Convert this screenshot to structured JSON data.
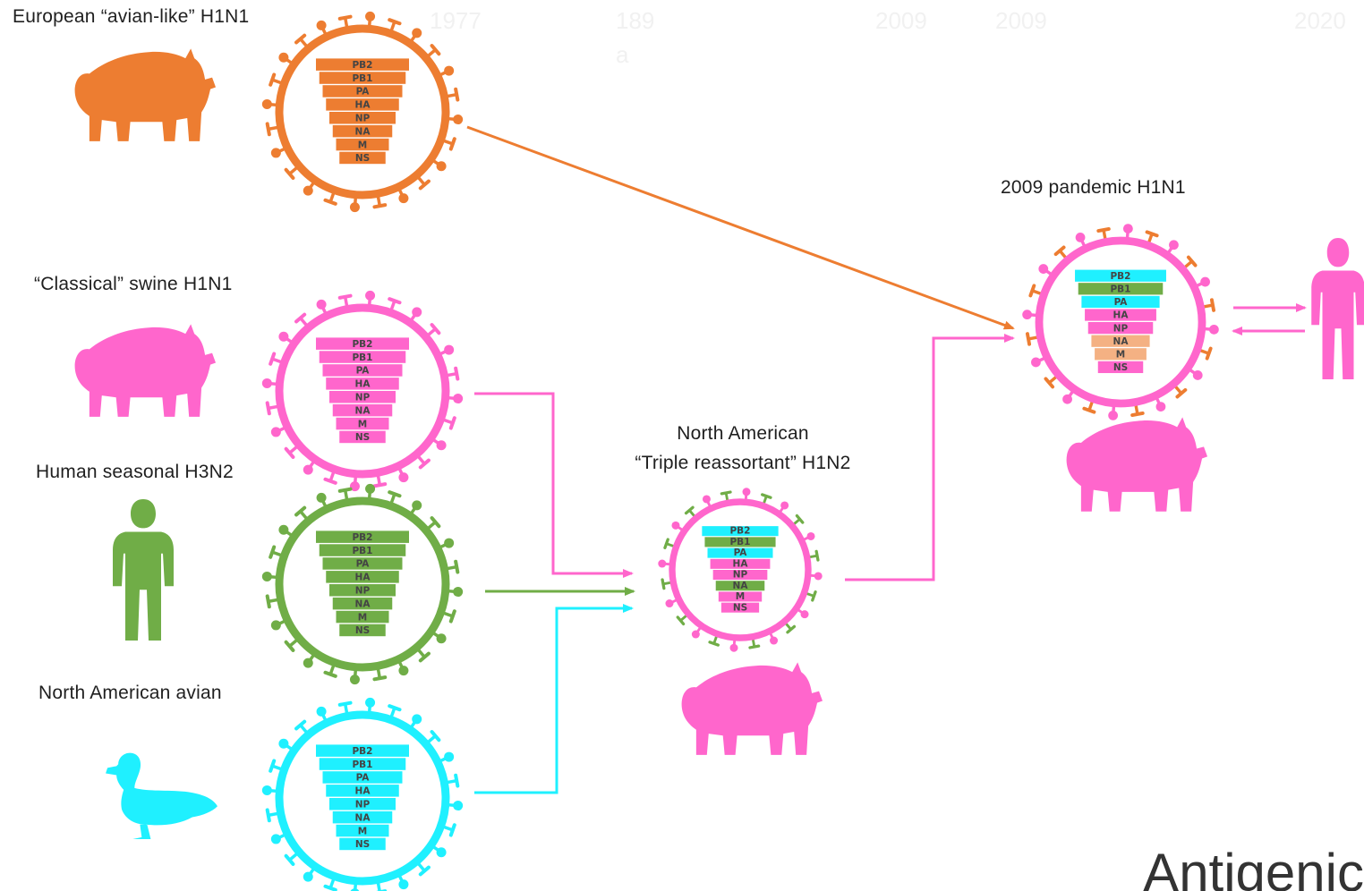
{
  "colors": {
    "orange": "#ed7d31",
    "pink": "#ff66cc",
    "green": "#70ad47",
    "cyan": "#1ff0ff",
    "peach": "#f4b183"
  },
  "labels": {
    "european": "European “avian-like” H1N1",
    "classical": "“Classical” swine H1N1",
    "human_seasonal": "Human seasonal H3N2",
    "na_avian": "North American avian",
    "triple_line1": "North American",
    "triple_line2": "“Triple reassortant” H1N2",
    "pandemic": "2009 pandemic H1N1"
  },
  "ghost_years": [
    "1977",
    "189",
    "2009",
    "2009",
    "2020"
  ],
  "ghost_sub": "a",
  "footer": "Antigenic",
  "segment_names": [
    "PB2",
    "PB1",
    "PA",
    "HA",
    "NP",
    "NA",
    "M",
    "NS"
  ],
  "viruses": [
    {
      "id": "european",
      "outer": "orange",
      "segments": [
        "orange",
        "orange",
        "orange",
        "orange",
        "orange",
        "orange",
        "orange",
        "orange"
      ],
      "spike_colors": [
        "orange"
      ]
    },
    {
      "id": "classical",
      "outer": "pink",
      "segments": [
        "pink",
        "pink",
        "pink",
        "pink",
        "pink",
        "pink",
        "pink",
        "pink"
      ],
      "spike_colors": [
        "pink"
      ]
    },
    {
      "id": "human-seasonal",
      "outer": "green",
      "segments": [
        "green",
        "green",
        "green",
        "green",
        "green",
        "green",
        "green",
        "green"
      ],
      "spike_colors": [
        "green"
      ]
    },
    {
      "id": "na-avian",
      "outer": "cyan",
      "segments": [
        "cyan",
        "cyan",
        "cyan",
        "cyan",
        "cyan",
        "cyan",
        "cyan",
        "cyan"
      ],
      "spike_colors": [
        "cyan"
      ]
    },
    {
      "id": "triple",
      "outer": "pink",
      "segments": [
        "cyan",
        "green",
        "cyan",
        "pink",
        "pink",
        "green",
        "pink",
        "pink"
      ],
      "spike_colors": [
        "pink",
        "green"
      ]
    },
    {
      "id": "pandemic",
      "outer": "pink",
      "segments": [
        "cyan",
        "green",
        "cyan",
        "pink",
        "pink",
        "peach",
        "peach",
        "pink"
      ],
      "spike_colors": [
        "pink",
        "orange"
      ]
    }
  ],
  "hosts": [
    {
      "id": "european-pig",
      "kind": "pig",
      "color": "orange"
    },
    {
      "id": "classical-pig",
      "kind": "pig",
      "color": "pink"
    },
    {
      "id": "human-seasonal-person",
      "kind": "person",
      "color": "green"
    },
    {
      "id": "na-avian-duck",
      "kind": "duck",
      "color": "cyan"
    },
    {
      "id": "triple-pig",
      "kind": "pig",
      "color": "pink"
    },
    {
      "id": "pandemic-pig",
      "kind": "pig",
      "color": "pink"
    },
    {
      "id": "pandemic-person",
      "kind": "person",
      "color": "pink"
    }
  ]
}
